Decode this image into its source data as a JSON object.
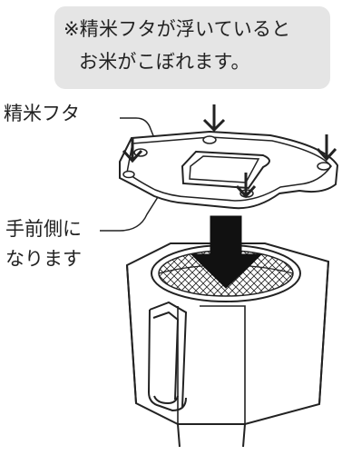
{
  "notice": {
    "line1": "※精米フタが浮いていると",
    "line2": "お米がこぼれます。",
    "background_color": "#e5e5e5"
  },
  "labels": {
    "lid": "精米フタ",
    "front_line1": "手前側に",
    "front_line2": "なります"
  },
  "illustration": {
    "parts": [
      "polishing-lid",
      "container",
      "mesh-basket",
      "handle"
    ],
    "arrows": [
      "down-arrow",
      "down-arrow",
      "down-arrow",
      "down-arrow",
      "large-down-arrow"
    ],
    "line_color": "#222222"
  }
}
